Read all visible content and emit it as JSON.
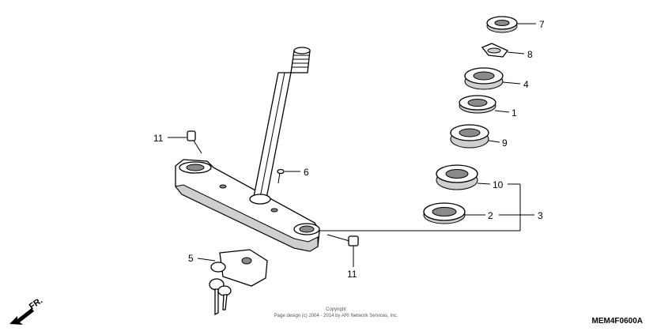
{
  "diagram": {
    "callouts": {
      "p7": "7",
      "p8": "8",
      "p4": "4",
      "p1": "1",
      "p9": "9",
      "p10": "10",
      "p2": "2",
      "p3": "3",
      "p6": "6",
      "p11a": "11",
      "p11b": "11",
      "p5": "5"
    },
    "copyright_line1": "Copyright",
    "copyright_line2": "Page design (c) 2004 - 2014 by ARI Network Services, Inc.",
    "diagram_code": "MEM4F0600A",
    "direction_label": "FR."
  },
  "colors": {
    "ink": "#000000",
    "background": "#ffffff",
    "shade": "#cfcfcf"
  }
}
